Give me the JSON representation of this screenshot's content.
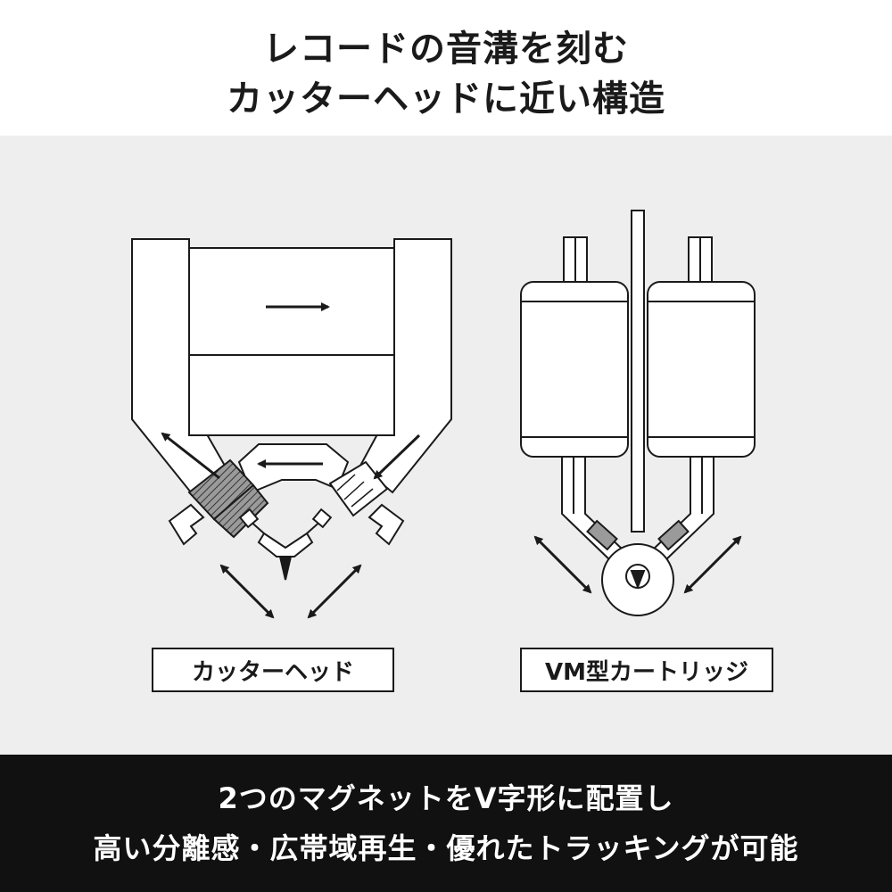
{
  "title": {
    "line1": "レコードの音溝を刻む",
    "line2": "カッターヘッドに近い構造"
  },
  "diagram": {
    "left_label": "カッターヘッド",
    "right_label": "VM型カートリッジ",
    "colors": {
      "background": "#eeeeee",
      "stroke": "#1a1a1a",
      "fill": "#ffffff",
      "magnet": "#9a9a9a",
      "coil": "#555555"
    }
  },
  "footer": {
    "line1": "2つのマグネットをV字形に配置し",
    "line2": "高い分離感・広帯域再生・優れたトラッキングが可能"
  }
}
